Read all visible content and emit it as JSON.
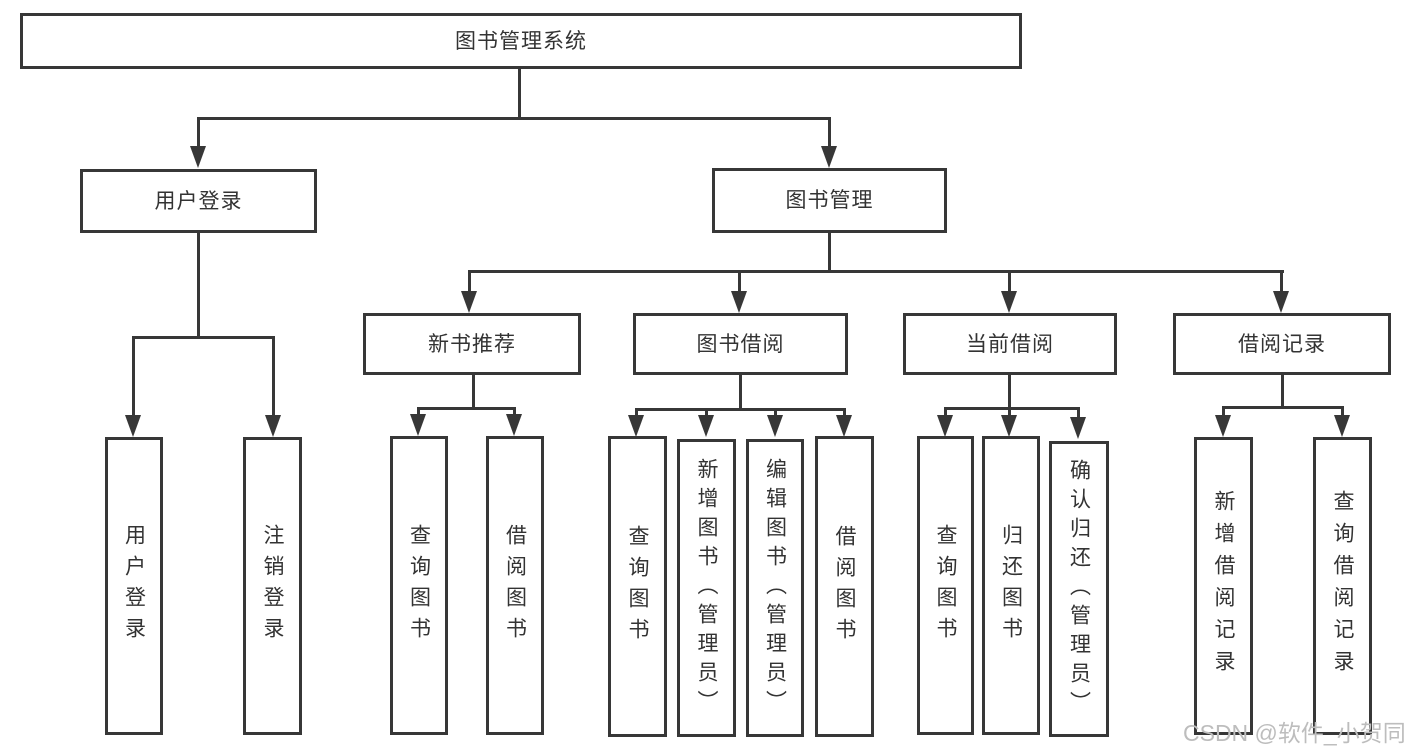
{
  "tree": {
    "root": {
      "label": "图书管理系统"
    },
    "branches": [
      {
        "label": "用户登录",
        "leaves": [
          {
            "label": "用户登录"
          },
          {
            "label": "注销登录"
          }
        ]
      },
      {
        "label": "图书管理",
        "groups": [
          {
            "label": "新书推荐",
            "leaves": [
              {
                "label": "查询图书"
              },
              {
                "label": "借阅图书"
              }
            ]
          },
          {
            "label": "图书借阅",
            "leaves": [
              {
                "label": "查询图书"
              },
              {
                "label": "新增图书（管理员）"
              },
              {
                "label": "编辑图书（管理员）"
              },
              {
                "label": "借阅图书"
              }
            ]
          },
          {
            "label": "当前借阅",
            "leaves": [
              {
                "label": "查询图书"
              },
              {
                "label": "归还图书"
              },
              {
                "label": "确认归还（管理员）"
              }
            ]
          },
          {
            "label": "借阅记录",
            "leaves": [
              {
                "label": "新增借阅记录"
              },
              {
                "label": "查询借阅记录"
              }
            ]
          }
        ]
      }
    ]
  },
  "watermark": {
    "text": "CSDN @软件_小贺同学"
  },
  "colors": {
    "line": "#373737",
    "text": "#333333",
    "watermark": "#bdbdbd",
    "background": "#ffffff"
  }
}
